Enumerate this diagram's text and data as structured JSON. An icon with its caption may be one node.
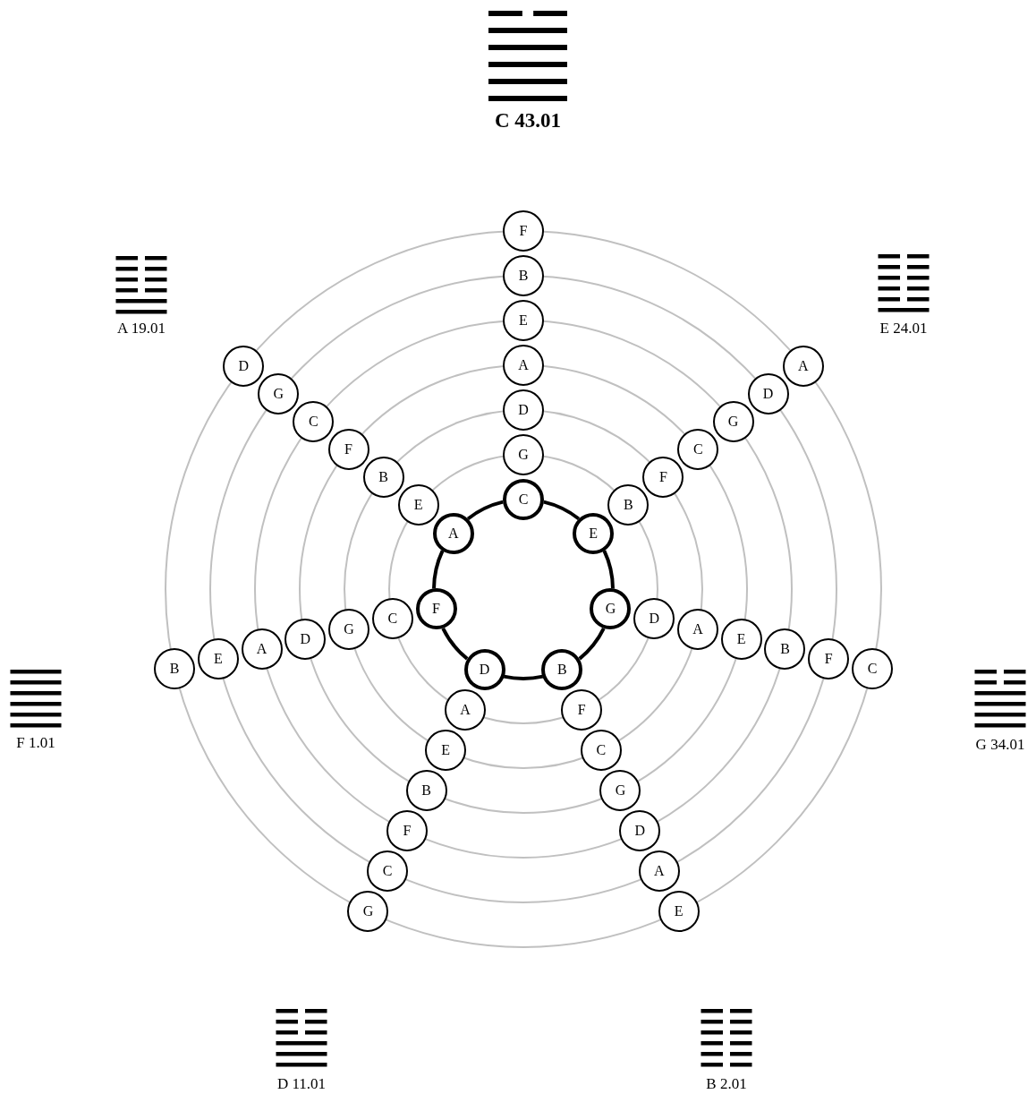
{
  "diagram": {
    "nodes": [
      {
        "text": [
          "C"
        ]
      },
      {
        "text": [
          "E"
        ]
      },
      {
        "text": [
          "G"
        ]
      },
      {
        "text": [
          "B"
        ]
      },
      {
        "text": [
          "D"
        ]
      },
      {
        "text": [
          "F"
        ]
      },
      {
        "text": [
          "A"
        ]
      },
      {
        "text": [
          "G"
        ]
      },
      {
        "text": [
          "D"
        ]
      },
      {
        "text": [
          "A"
        ]
      },
      {
        "text": [
          "E"
        ]
      },
      {
        "text": [
          "B"
        ]
      },
      {
        "text": [
          "F"
        ]
      },
      {
        "text": [
          "B"
        ]
      },
      {
        "text": [
          "F"
        ]
      },
      {
        "text": [
          "C"
        ]
      },
      {
        "text": [
          "G"
        ]
      },
      {
        "text": [
          "D"
        ]
      },
      {
        "text": [
          "A"
        ]
      },
      {
        "text": [
          "D"
        ]
      },
      {
        "text": [
          "A"
        ]
      },
      {
        "text": [
          "E"
        ]
      },
      {
        "text": [
          "B"
        ]
      },
      {
        "text": [
          "F"
        ]
      },
      {
        "text": [
          "C"
        ]
      },
      {
        "text": [
          "F"
        ]
      },
      {
        "text": [
          "C"
        ]
      },
      {
        "text": [
          "G"
        ]
      },
      {
        "text": [
          "D"
        ]
      },
      {
        "text": [
          "A"
        ]
      },
      {
        "text": [
          "E"
        ]
      },
      {
        "text": [
          "A"
        ]
      },
      {
        "text": [
          "E"
        ]
      },
      {
        "text": [
          "B"
        ]
      },
      {
        "text": [
          "F"
        ]
      },
      {
        "text": [
          "C"
        ]
      },
      {
        "text": [
          "G"
        ]
      },
      {
        "text": [
          "C"
        ]
      },
      {
        "text": [
          "G"
        ]
      },
      {
        "text": [
          "D"
        ]
      },
      {
        "text": [
          "A"
        ]
      },
      {
        "text": [
          "E"
        ]
      },
      {
        "text": [
          "B"
        ]
      },
      {
        "text": [
          "E"
        ]
      },
      {
        "text": [
          "B"
        ]
      },
      {
        "text": [
          "F"
        ]
      },
      {
        "text": [
          "C"
        ]
      },
      {
        "text": [
          "G"
        ]
      },
      {
        "text": [
          "D"
        ]
      }
    ],
    "edges": [
      {
        "from": 0,
        "to": 1,
        "arrow": "none"
      },
      {
        "from": 1,
        "to": 2,
        "arrow": "none"
      },
      {
        "from": 2,
        "to": 3,
        "arrow": "none"
      },
      {
        "from": 3,
        "to": 4,
        "arrow": "none"
      },
      {
        "from": 4,
        "to": 5,
        "arrow": "none"
      },
      {
        "from": 5,
        "to": 6,
        "arrow": "none"
      },
      {
        "from": 6,
        "to": 0,
        "arrow": "none"
      }
    ],
    "labels": [
      "C 43.01",
      "A 19.01",
      "E 24.01",
      "F 1.01",
      "G 34.01",
      "D 11.01",
      "B 2.01"
    ]
  }
}
